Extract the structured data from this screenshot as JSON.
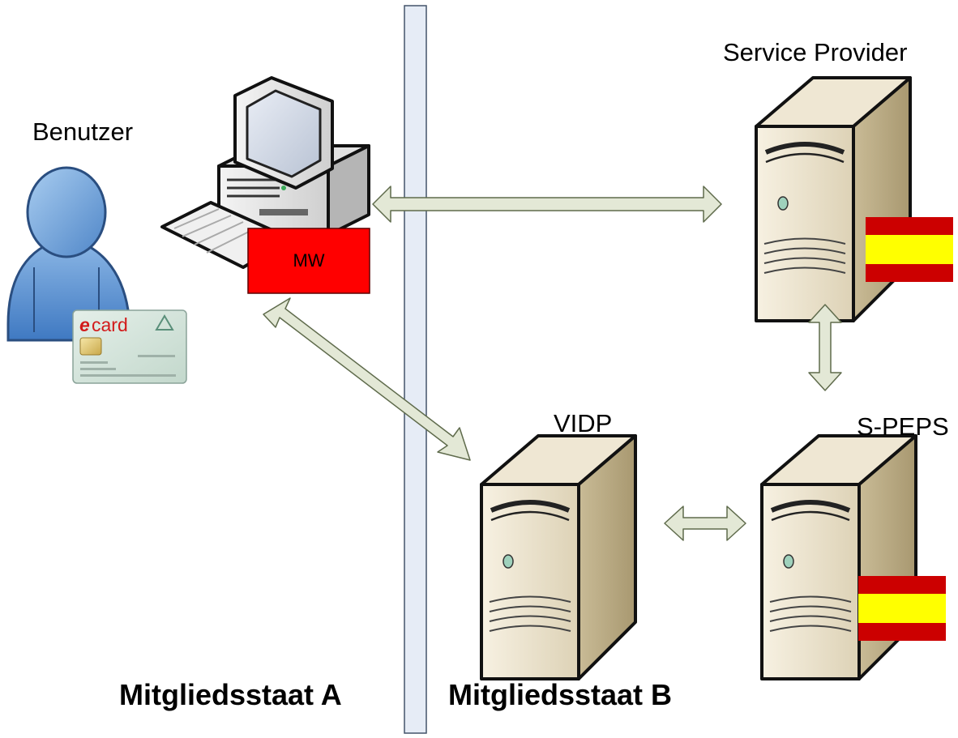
{
  "nodes": {
    "user": {
      "label": "Benutzer"
    },
    "client": {
      "badge": "MW"
    },
    "service_provider": {
      "label": "Service Provider"
    },
    "vidp": {
      "label": "VIDP"
    },
    "speps": {
      "label": "S-PEPS"
    }
  },
  "card": {
    "brand_e": "e",
    "brand_rest": "card"
  },
  "regions": {
    "left": "Mitgliedsstaat A",
    "right": "Mitgliedsstaat B"
  },
  "colors": {
    "divider_fill": "#e6ecf6",
    "arrow_fill": "#e3e8d6",
    "mw_red": "#ff0000",
    "flag_red": "#cc0000",
    "flag_yellow": "#ffff00"
  }
}
